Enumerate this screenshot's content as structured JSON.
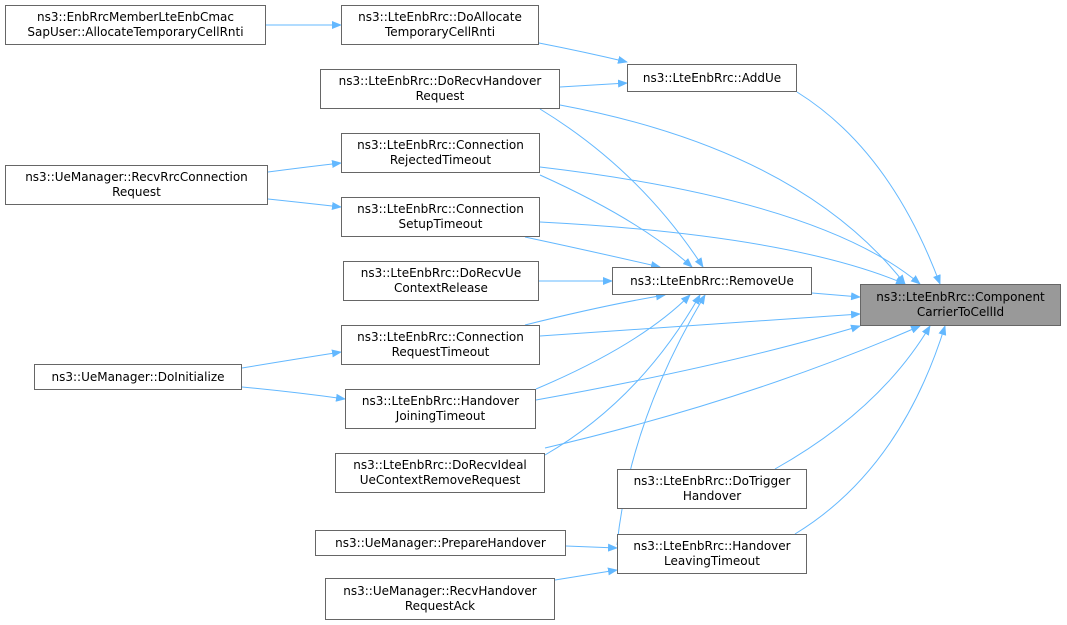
{
  "colors": {
    "edge": "#63b8ff",
    "node_border": "#666666",
    "target_fill": "#999999"
  },
  "nodes": {
    "target": {
      "line1": "ns3::LteEnbRrc::Component",
      "line2": "CarrierToCellId"
    },
    "enbrrc_member": {
      "line1": "ns3::EnbRrcMemberLteEnbCmac",
      "line2": "SapUser::AllocateTemporaryCellRnti"
    },
    "do_allocate": {
      "line1": "ns3::LteEnbRrc::DoAllocate",
      "line2": "TemporaryCellRnti"
    },
    "add_ue": {
      "line1": "ns3::LteEnbRrc::AddUe"
    },
    "do_recv_ho_request": {
      "line1": "ns3::LteEnbRrc::DoRecvHandover",
      "line2": "Request"
    },
    "conn_rejected": {
      "line1": "ns3::LteEnbRrc::Connection",
      "line2": "RejectedTimeout"
    },
    "recv_rrc_conn": {
      "line1": "ns3::UeManager::RecvRrcConnection",
      "line2": "Request"
    },
    "conn_setup": {
      "line1": "ns3::LteEnbRrc::Connection",
      "line2": "SetupTimeout"
    },
    "do_recv_ue_ctx": {
      "line1": "ns3::LteEnbRrc::DoRecvUe",
      "line2": "ContextRelease"
    },
    "remove_ue": {
      "line1": "ns3::LteEnbRrc::RemoveUe"
    },
    "conn_request": {
      "line1": "ns3::LteEnbRrc::Connection",
      "line2": "RequestTimeout"
    },
    "do_initialize": {
      "line1": "ns3::UeManager::DoInitialize"
    },
    "ho_joining": {
      "line1": "ns3::LteEnbRrc::Handover",
      "line2": "JoiningTimeout"
    },
    "do_recv_ideal": {
      "line1": "ns3::LteEnbRrc::DoRecvIdeal",
      "line2": "UeContextRemoveRequest"
    },
    "do_trigger_ho": {
      "line1": "ns3::LteEnbRrc::DoTrigger",
      "line2": "Handover"
    },
    "prepare_ho": {
      "line1": "ns3::UeManager::PrepareHandover"
    },
    "ho_leaving": {
      "line1": "ns3::LteEnbRrc::Handover",
      "line2": "LeavingTimeout"
    },
    "recv_ho_ack": {
      "line1": "ns3::UeManager::RecvHandover",
      "line2": "RequestAck"
    }
  },
  "edges": [
    {
      "from": "enbrrc_member",
      "to": "do_allocate"
    },
    {
      "from": "do_allocate",
      "to": "add_ue"
    },
    {
      "from": "do_recv_ho_request",
      "to": "add_ue"
    },
    {
      "from": "add_ue",
      "to": "target"
    },
    {
      "from": "do_recv_ho_request",
      "to": "target"
    },
    {
      "from": "do_recv_ho_request",
      "to": "remove_ue"
    },
    {
      "from": "recv_rrc_conn",
      "to": "conn_rejected"
    },
    {
      "from": "recv_rrc_conn",
      "to": "conn_setup"
    },
    {
      "from": "conn_rejected",
      "to": "target"
    },
    {
      "from": "conn_rejected",
      "to": "remove_ue"
    },
    {
      "from": "conn_setup",
      "to": "target"
    },
    {
      "from": "conn_setup",
      "to": "remove_ue"
    },
    {
      "from": "do_recv_ue_ctx",
      "to": "remove_ue"
    },
    {
      "from": "remove_ue",
      "to": "target"
    },
    {
      "from": "conn_request",
      "to": "remove_ue"
    },
    {
      "from": "conn_request",
      "to": "target"
    },
    {
      "from": "do_initialize",
      "to": "conn_request"
    },
    {
      "from": "do_initialize",
      "to": "ho_joining"
    },
    {
      "from": "ho_joining",
      "to": "remove_ue"
    },
    {
      "from": "ho_joining",
      "to": "target"
    },
    {
      "from": "do_recv_ideal",
      "to": "remove_ue"
    },
    {
      "from": "do_recv_ideal",
      "to": "target"
    },
    {
      "from": "do_trigger_ho",
      "to": "target"
    },
    {
      "from": "ho_leaving",
      "to": "remove_ue"
    },
    {
      "from": "ho_leaving",
      "to": "target"
    },
    {
      "from": "prepare_ho",
      "to": "ho_leaving"
    },
    {
      "from": "recv_ho_ack",
      "to": "ho_leaving"
    }
  ]
}
